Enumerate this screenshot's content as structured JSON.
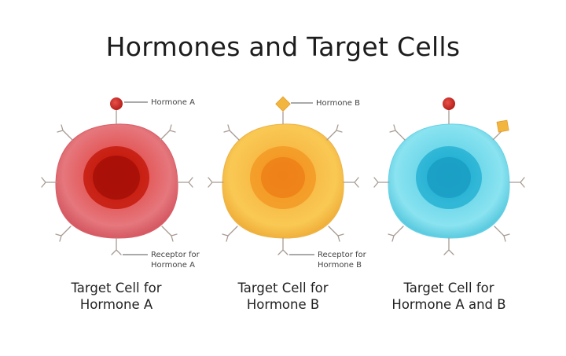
{
  "title": "Hormones and Target Cells",
  "colors": {
    "cell_a_inner": "#c41d12",
    "cell_a_outer": "#e26d72",
    "cell_b_inner": "#f08a1c",
    "cell_b_outer": "#f8c64a",
    "cell_ab_inner": "#1aa5c7",
    "cell_ab_outer": "#7fdcec",
    "hormone_a": "#d2322c",
    "hormone_b": "#f2b33c",
    "receptor_stroke": "#a79a92"
  },
  "cells": [
    {
      "label_line1": "Target Cell for",
      "label_line2": "Hormone A"
    },
    {
      "label_line1": "Target Cell for",
      "label_line2": "Hormone B"
    },
    {
      "label_line1": "Target Cell for",
      "label_line2": "Hormone A and B"
    }
  ],
  "callouts": {
    "hormone_a": "Hormone A",
    "hormone_b": "Hormone B",
    "receptor_a_line1": "Receptor for",
    "receptor_a_line2": "Hormone A",
    "receptor_b_line1": "Receptor for",
    "receptor_b_line2": "Hormone B"
  }
}
